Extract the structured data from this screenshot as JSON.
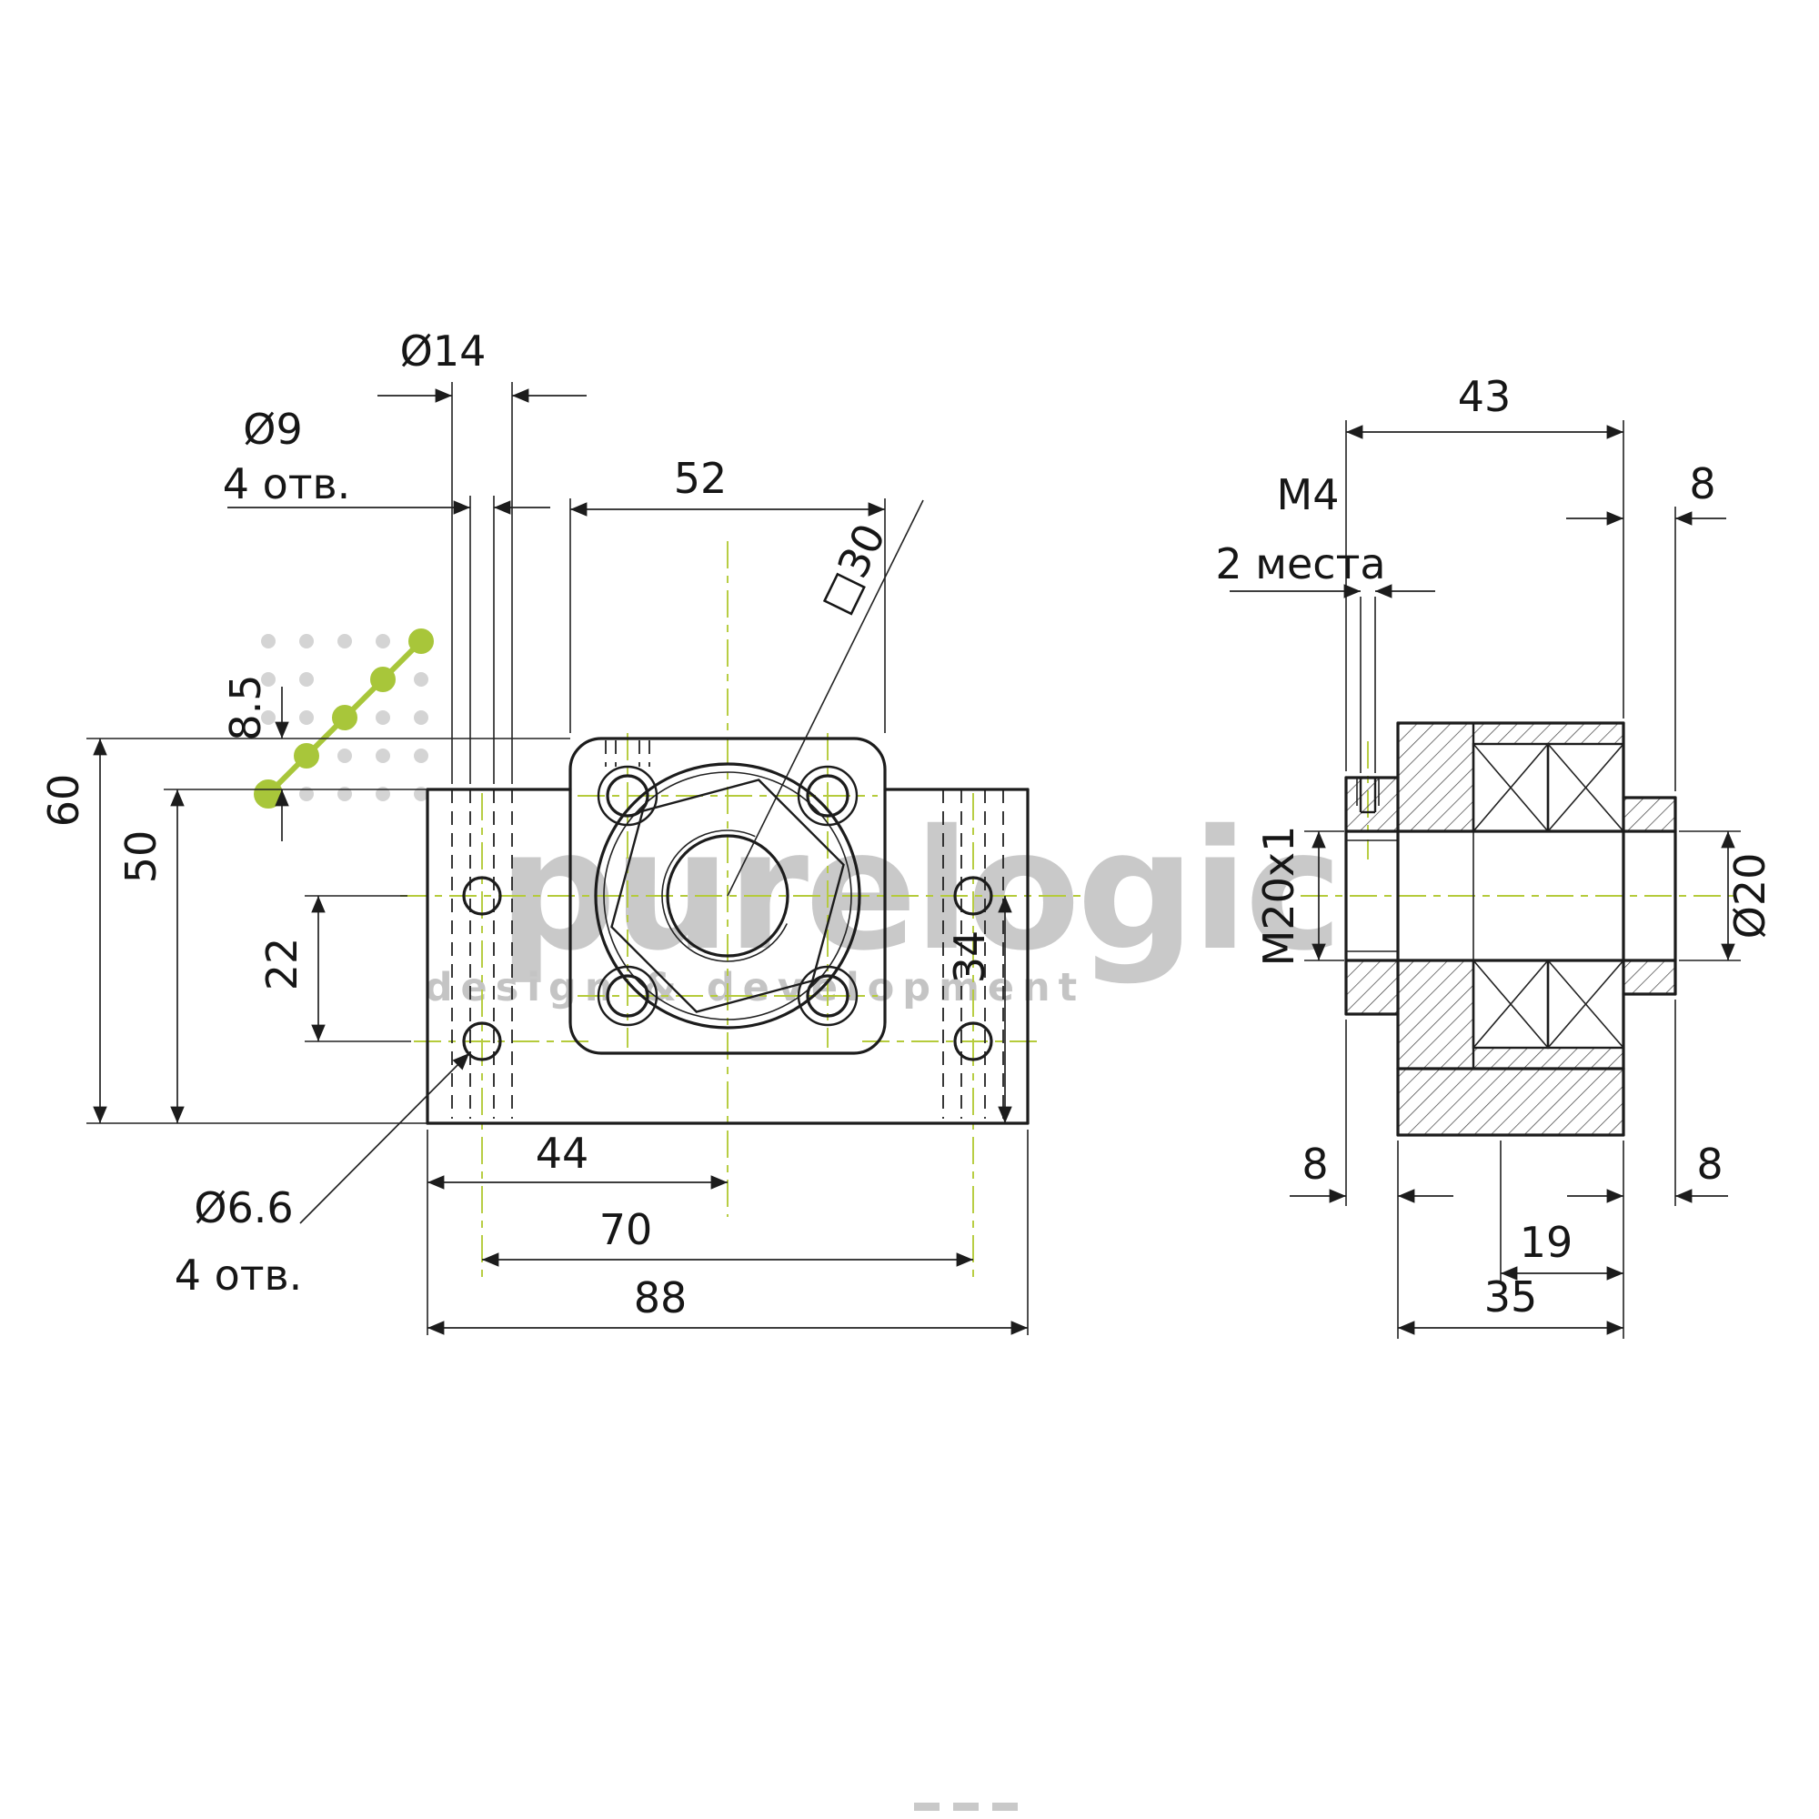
{
  "watermark": {
    "brand": "purelogic",
    "tagline": "design & development"
  },
  "front_view": {
    "dims": {
      "d14": "Ø14",
      "d9": "Ø9",
      "d9_qty": "4 отв.",
      "w52": "52",
      "sq30": "□30",
      "h8_5": "8.5",
      "h60": "60",
      "h50": "50",
      "v22": "22",
      "v34": "34",
      "w44": "44",
      "w70": "70",
      "w88": "88",
      "d6_6": "Ø6.6",
      "d6_6_qty": "4 отв."
    }
  },
  "side_view": {
    "dims": {
      "w43": "43",
      "t8_top": "8",
      "m4": "M4",
      "m4_qty": "2 места",
      "thread": "M20x1",
      "bore": "Ø20",
      "t8_left": "8",
      "w19": "19",
      "t8_right": "8",
      "w35": "35"
    }
  }
}
